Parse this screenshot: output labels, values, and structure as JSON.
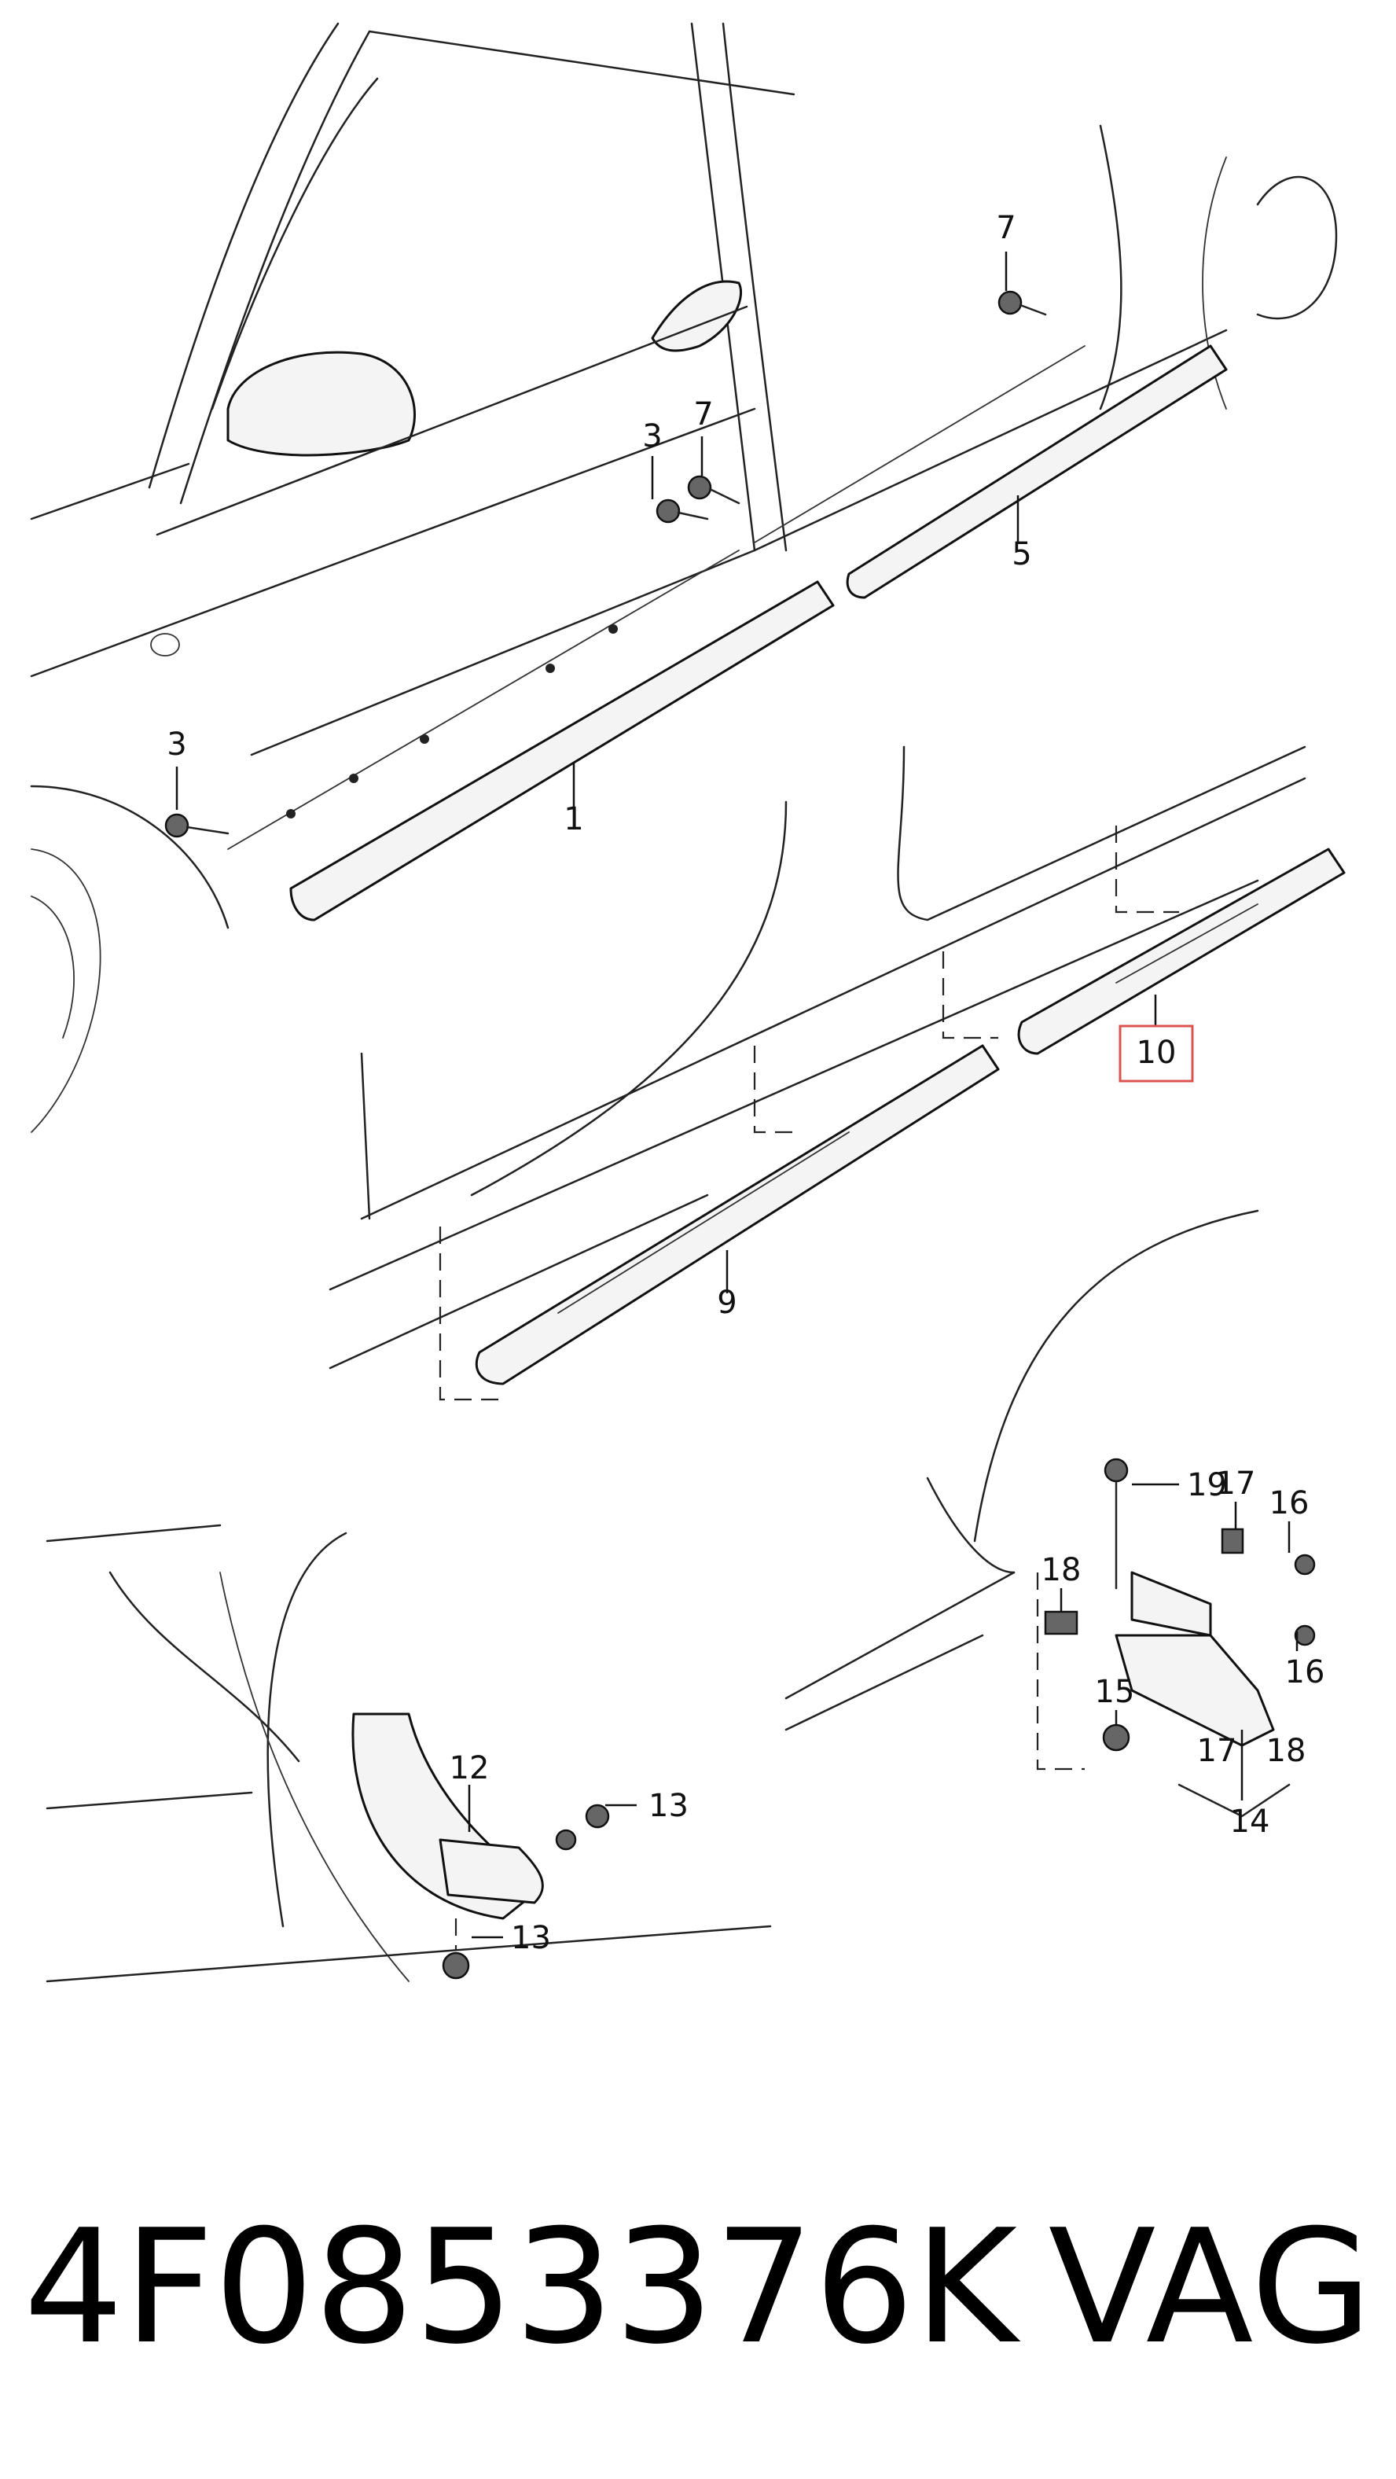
{
  "diagram": {
    "callouts": [
      "1",
      "3",
      "3",
      "5",
      "7",
      "7",
      "9",
      "10",
      "12",
      "13",
      "13",
      "14",
      "15",
      "16",
      "16",
      "17",
      "17",
      "18",
      "18",
      "19"
    ],
    "highlighted_callout": "10",
    "highlight_color": "#d9534f"
  },
  "footer": {
    "part_number": "4F0853376K",
    "brand": "VAG"
  }
}
